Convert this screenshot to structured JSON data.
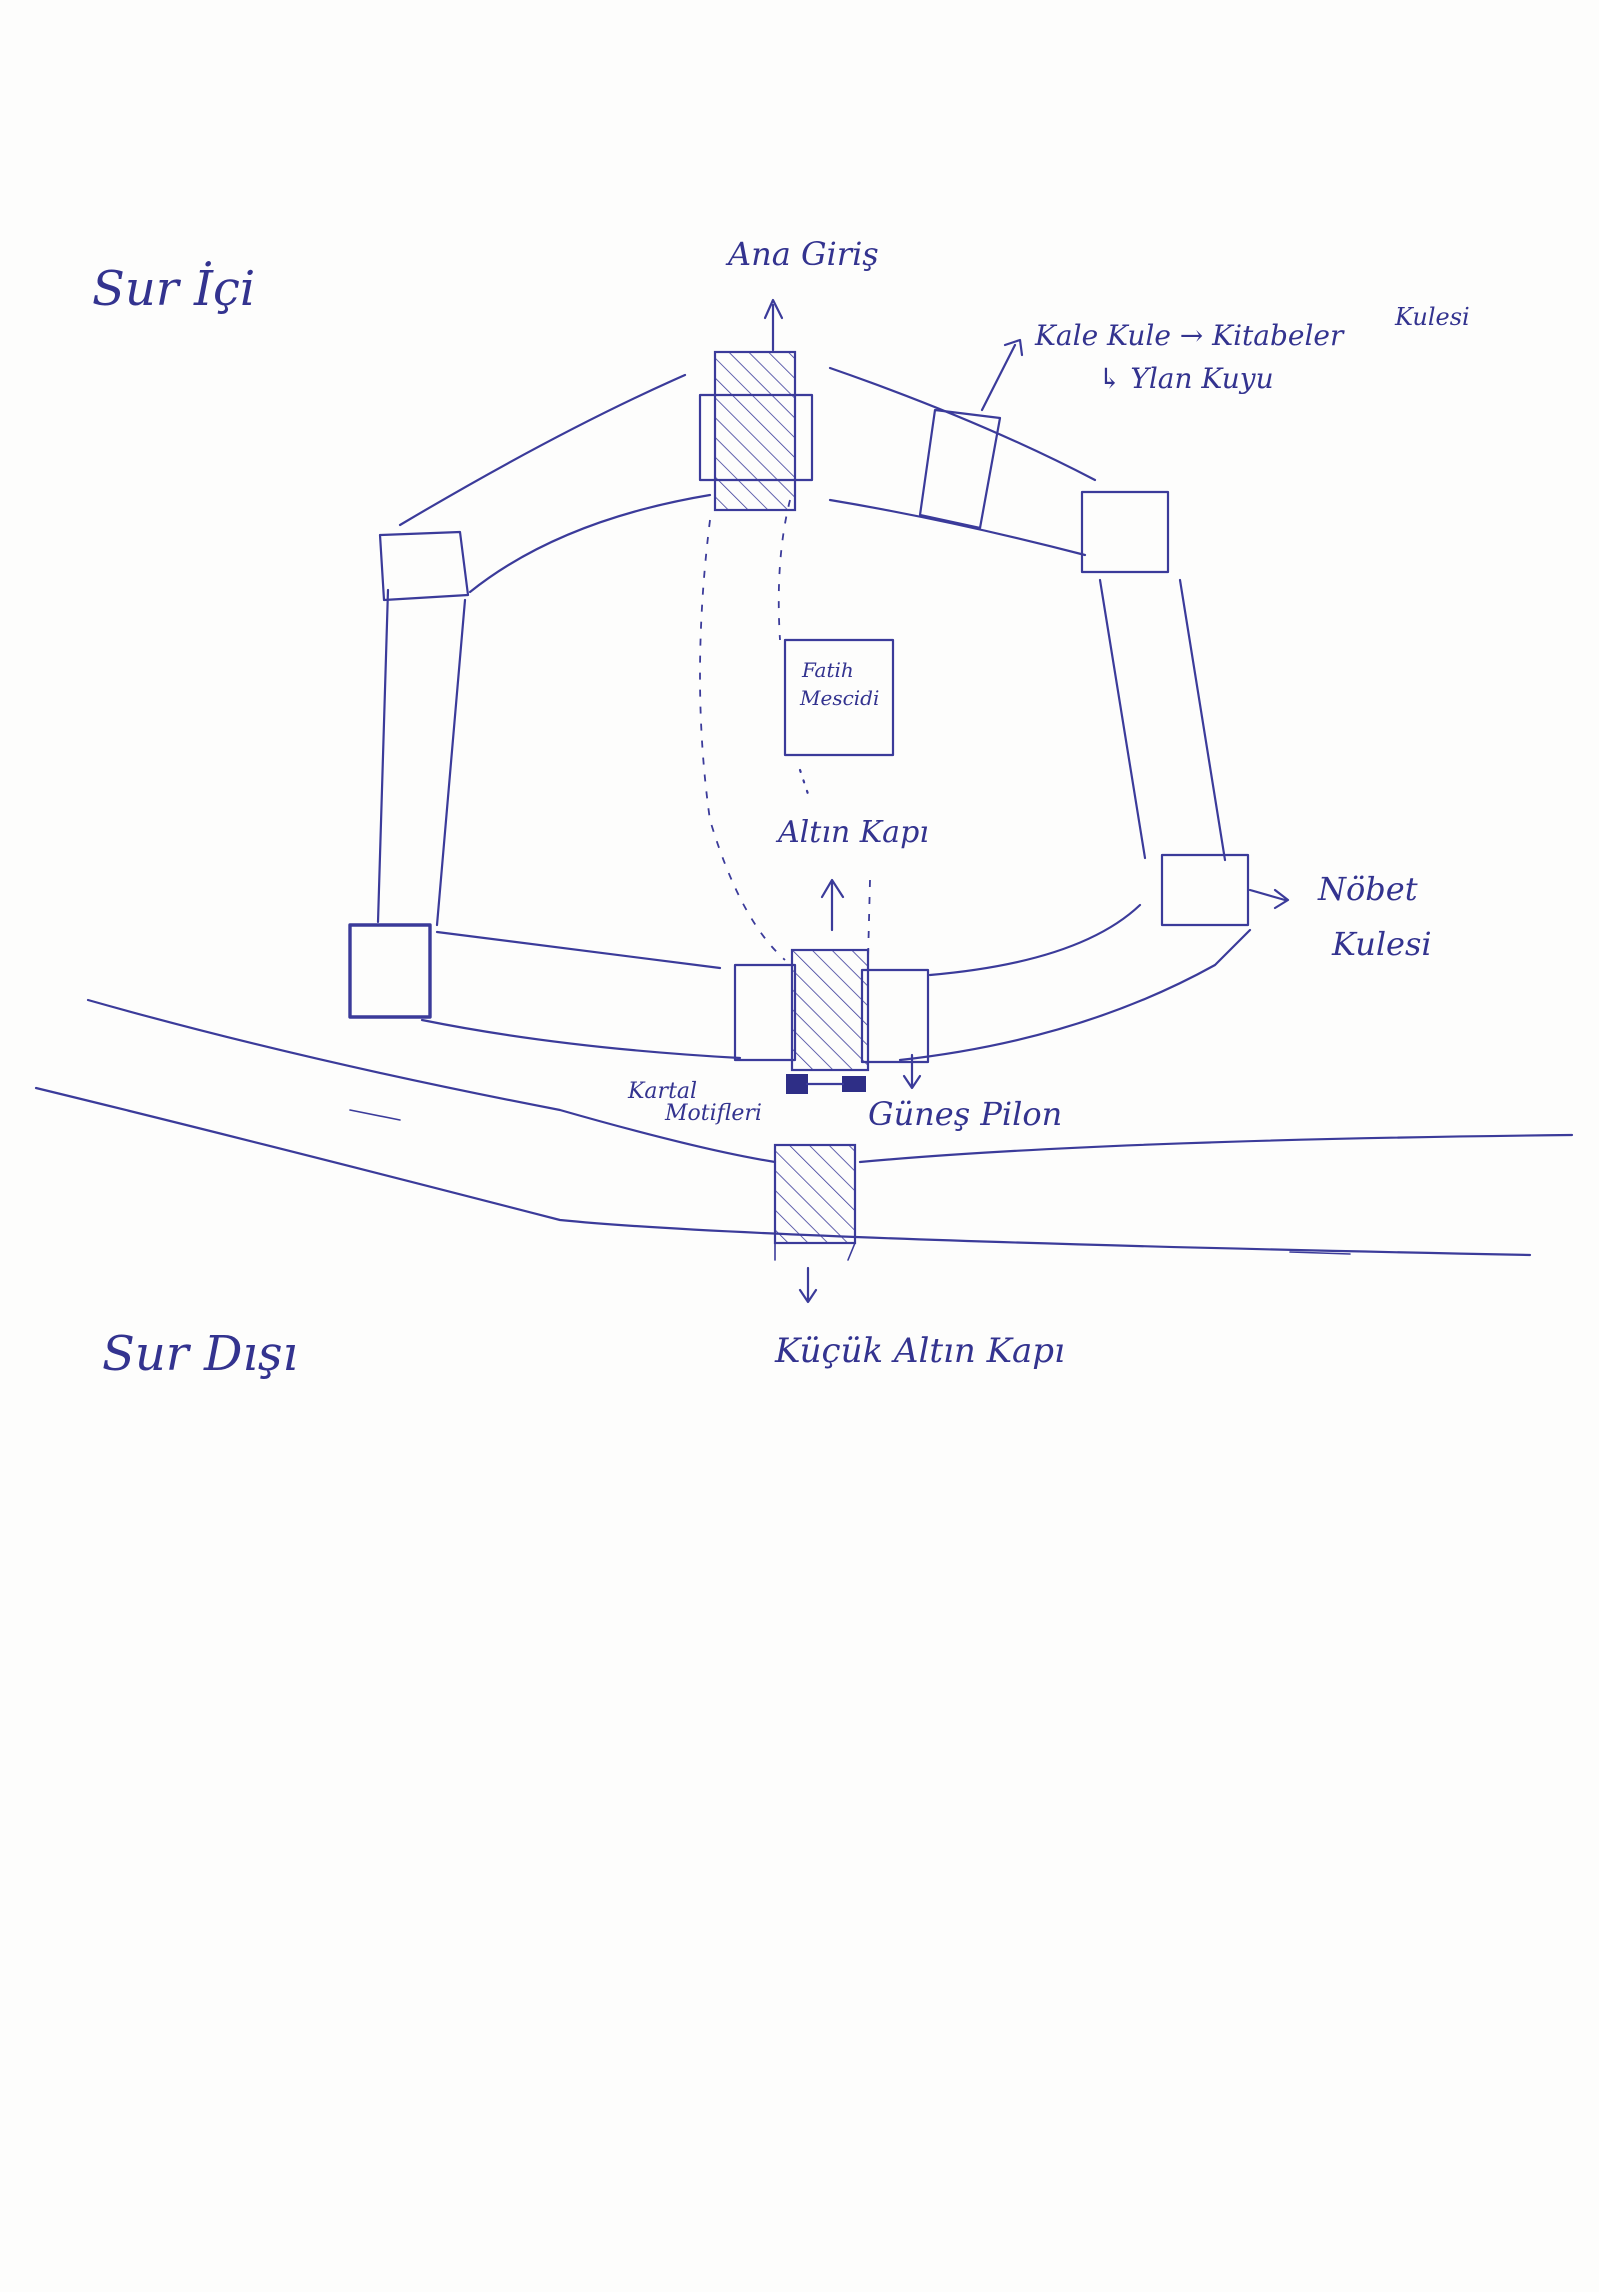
{
  "colors": {
    "paper": "#fdfdfc",
    "ink": "#3b3b9a"
  },
  "labels": {
    "sur_ici": "Sur İçi",
    "sur_disi": "Sur Dışı",
    "ana_giris": "Ana Giriş",
    "kale_line1": "Kale Kule → Kitabeler",
    "kale_line2": "Kulesi",
    "kale_line3": "↳ Ylan Kuyu",
    "fatih_1": "Fatih",
    "fatih_2": "Mescidi",
    "altin_kapi": "Altın Kapı",
    "nobet_1": "Nöbet",
    "nobet_2": "Kulesi",
    "kartal_1": "Kartal",
    "kartal_2": "Motifleri",
    "gunes_pilon": "Güneş Pilon",
    "kucuk_altin_kapi": "Küçük Altın Kapı"
  }
}
